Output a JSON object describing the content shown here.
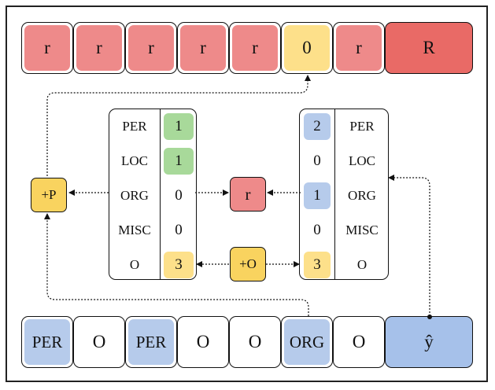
{
  "colors": {
    "red_light": "#ee8a8a",
    "red_strong": "#e96a66",
    "yellow": "#fde08a",
    "yellow_op": "#f9d35f",
    "green": "#a8d99a",
    "blue_light": "#b6cbeb",
    "blue_strong": "#a6c1ea",
    "line": "#111111"
  },
  "top_row": {
    "cells": [
      {
        "text": "r",
        "color": "red_light"
      },
      {
        "text": "r",
        "color": "red_light"
      },
      {
        "text": "r",
        "color": "red_light"
      },
      {
        "text": "r",
        "color": "red_light"
      },
      {
        "text": "r",
        "color": "red_light"
      },
      {
        "text": "0",
        "color": "yellow"
      },
      {
        "text": "r",
        "color": "red_light"
      }
    ],
    "result": {
      "text": "R",
      "color": "red_strong"
    }
  },
  "bottom_row": {
    "cells": [
      {
        "text": "PER",
        "color": "blue_light"
      },
      {
        "text": "O",
        "color": "none"
      },
      {
        "text": "PER",
        "color": "blue_light"
      },
      {
        "text": "O",
        "color": "none"
      },
      {
        "text": "O",
        "color": "none"
      },
      {
        "text": "ORG",
        "color": "blue_light"
      },
      {
        "text": "O",
        "color": "none"
      }
    ],
    "prediction": {
      "text": "ŷ",
      "color": "blue_strong"
    }
  },
  "left_panel": {
    "rows": [
      {
        "label": "PER",
        "value": "1",
        "color": "green"
      },
      {
        "label": "LOC",
        "value": "1",
        "color": "green"
      },
      {
        "label": "ORG",
        "value": "0",
        "color": "none"
      },
      {
        "label": "MISC",
        "value": "0",
        "color": "none"
      },
      {
        "label": "O",
        "value": "3",
        "color": "yellow"
      }
    ]
  },
  "right_panel": {
    "rows": [
      {
        "label": "PER",
        "value": "2",
        "color": "blue_light"
      },
      {
        "label": "LOC",
        "value": "0",
        "color": "none"
      },
      {
        "label": "ORG",
        "value": "1",
        "color": "blue_light"
      },
      {
        "label": "MISC",
        "value": "0",
        "color": "none"
      },
      {
        "label": "O",
        "value": "3",
        "color": "yellow"
      }
    ]
  },
  "ops": {
    "plus_p": "+P",
    "plus_o": "+O",
    "center_r": "r"
  }
}
